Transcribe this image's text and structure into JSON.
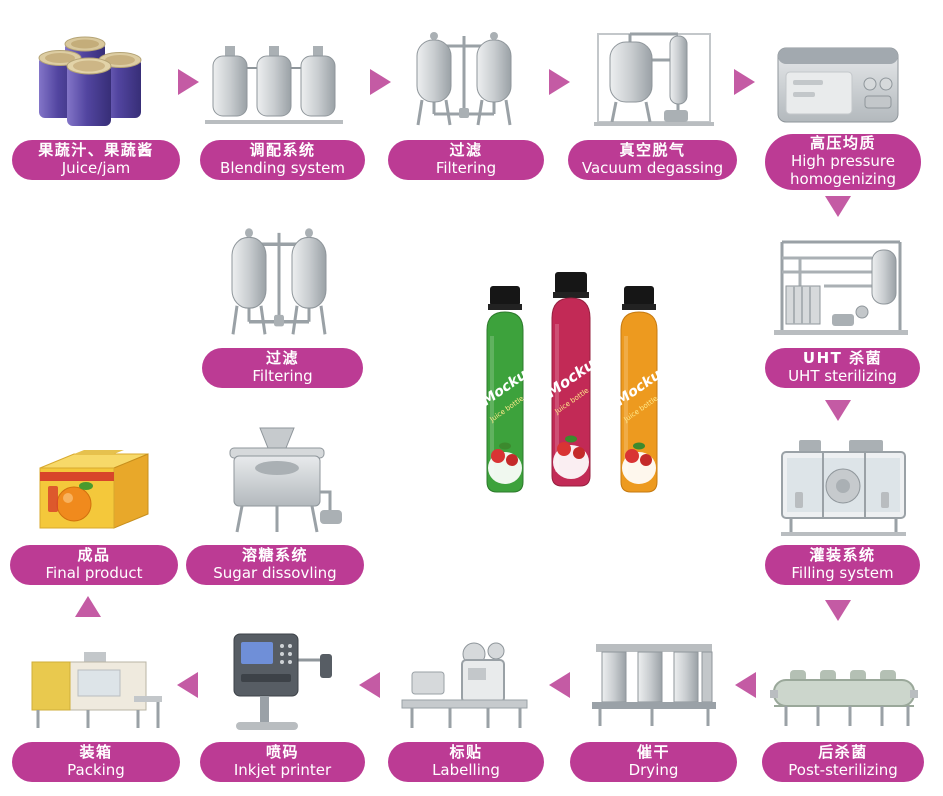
{
  "colors": {
    "pill": "#bc3b94",
    "arrow": "#c45ba4"
  },
  "nodes": [
    {
      "id": "juice-jam",
      "zh": "果蔬汁、果蔬酱",
      "en": "Juice/jam"
    },
    {
      "id": "blending-system",
      "zh": "调配系统",
      "en": "Blending system"
    },
    {
      "id": "filtering-top",
      "zh": "过滤",
      "en": "Filtering"
    },
    {
      "id": "vacuum-degassing",
      "zh": "真空脱气",
      "en": "Vacuum degassing"
    },
    {
      "id": "high-pressure-homogenizing",
      "zh": "高压均质",
      "en": "High pressure homogenizing"
    },
    {
      "id": "uht-sterilizing",
      "zh": "UHT 杀菌",
      "en": "UHT sterilizing"
    },
    {
      "id": "filling-system",
      "zh": "灌装系统",
      "en": "Filling system"
    },
    {
      "id": "post-sterilizing",
      "zh": "后杀菌",
      "en": "Post-sterilizing"
    },
    {
      "id": "drying",
      "zh": "催干",
      "en": "Drying"
    },
    {
      "id": "labelling",
      "zh": "标贴",
      "en": "Labelling"
    },
    {
      "id": "inkjet-printer",
      "zh": "喷码",
      "en": "Inkjet printer"
    },
    {
      "id": "packing",
      "zh": "装箱",
      "en": "Packing"
    },
    {
      "id": "final-product",
      "zh": "成品",
      "en": "Final product"
    },
    {
      "id": "filtering-mid",
      "zh": "过滤",
      "en": "Filtering"
    },
    {
      "id": "sugar-dissolving",
      "zh": "溶糖系统",
      "en": "Sugar dissovling"
    }
  ],
  "bottles": {
    "brand": "Mockup",
    "label": "Juice bottle"
  }
}
